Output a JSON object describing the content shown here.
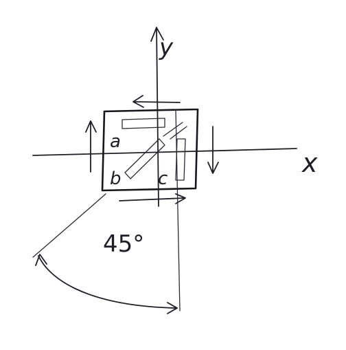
{
  "labels": {
    "y_axis": "y",
    "x_axis": "x",
    "corner_a": "a",
    "corner_b": "b",
    "corner_c": "c",
    "angle": "45°"
  },
  "colors": {
    "ink": "#1e1e26",
    "paper": "#ffffff"
  }
}
